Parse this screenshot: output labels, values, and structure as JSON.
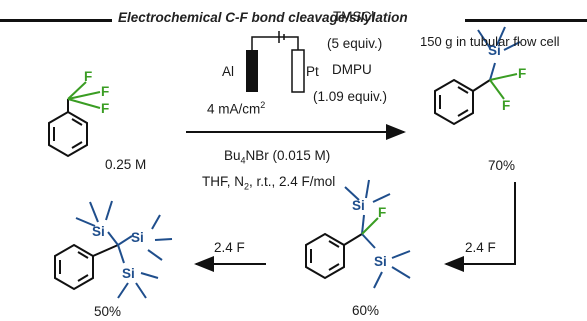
{
  "title": "Electrochemical C-F bond cleavage/silylation",
  "colors": {
    "green": "#3a9d23",
    "blue": "#1f4e8c",
    "black": "#111111"
  },
  "cell": {
    "anode": "Al",
    "cathode": "Pt",
    "current": "4 mA/cm",
    "current_sup": "2"
  },
  "reagents": {
    "line1": "TMSCl",
    "line2": "(5 equiv.)",
    "line3": "DMPU",
    "line4": "(1.09 equiv.)"
  },
  "conditions": {
    "line1_pre": "Bu",
    "line1_sub": "4",
    "line1_post": "NBr (0.015 M)",
    "line2_pre": "THF, N",
    "line2_sub": "2",
    "line2_post": ", r.t., 2.4 F/mol"
  },
  "scale_note": "150 g in tubular flow cell",
  "start": {
    "conc": "0.25 M",
    "F": "F",
    "F2": "F",
    "F3": "F"
  },
  "product1": {
    "yield": "70%",
    "Si": "Si",
    "F": "F",
    "F2": "F"
  },
  "product2": {
    "yield": "60%",
    "Si": "Si",
    "Si2": "Si",
    "F": "F"
  },
  "product3": {
    "yield": "50%",
    "Si": "Si",
    "Si2": "Si",
    "Si3": "Si"
  },
  "step2": "2.4 F",
  "step3": "2.4 F"
}
